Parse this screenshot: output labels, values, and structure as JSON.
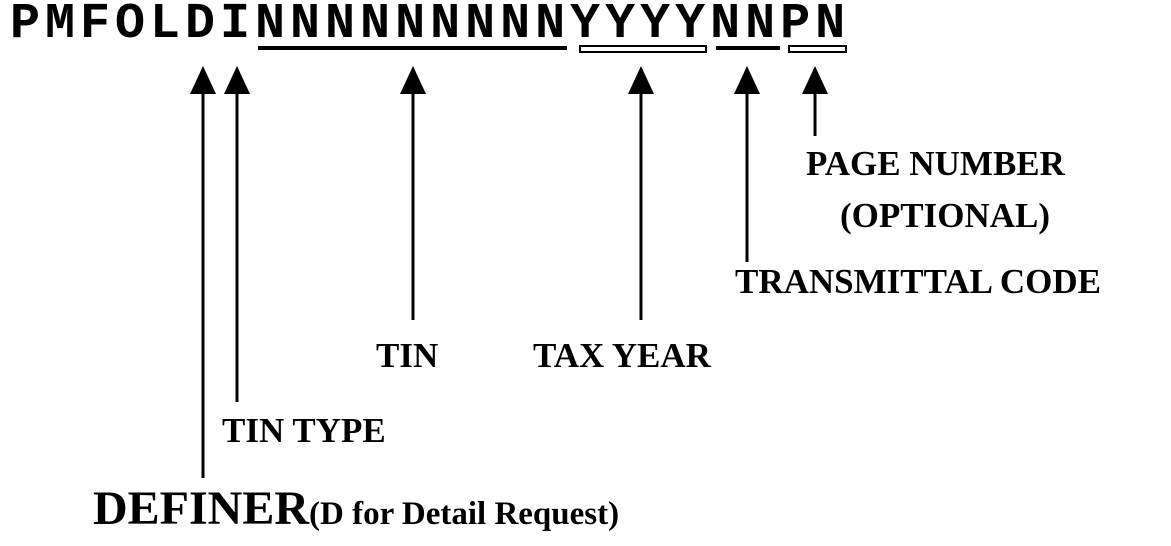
{
  "code": {
    "prefix": "PMFOLD",
    "tin_type": "I",
    "tin": "NNNNNNNNN",
    "tax_year": "YYYY",
    "transmittal": "NN",
    "page": "PN"
  },
  "labels": {
    "page_number": "PAGE NUMBER",
    "optional": "(OPTIONAL)",
    "transmittal_code": "TRANSMITTAL CODE",
    "tin": "TIN",
    "tax_year": "TAX YEAR",
    "tin_type": "TIN TYPE",
    "definer": "DEFINER",
    "definer_note": "(D for Detail Request)"
  }
}
